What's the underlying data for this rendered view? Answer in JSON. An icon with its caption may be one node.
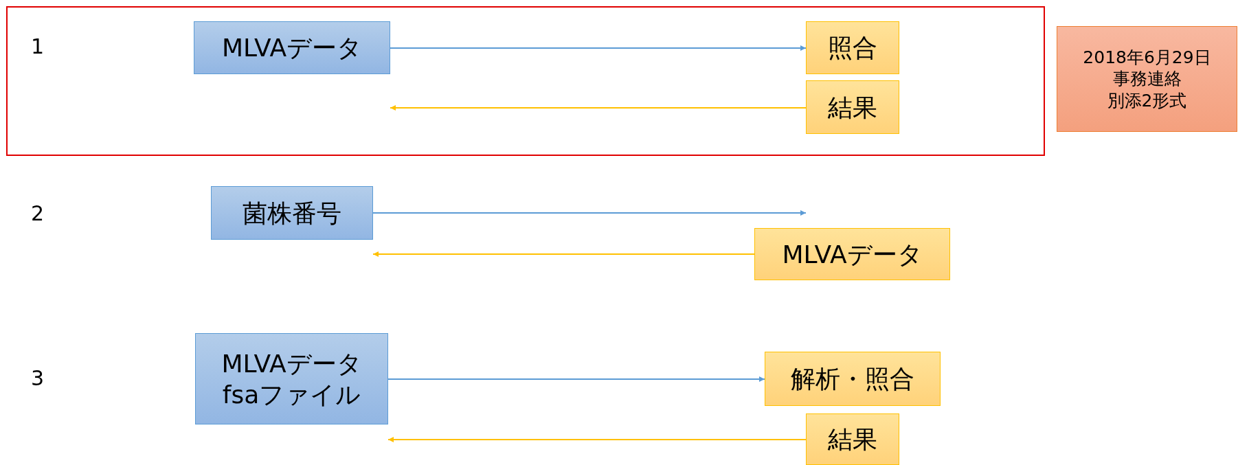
{
  "diagram": {
    "nodes": [
      {
        "text": [],
        "shape": "box"
      },
      {
        "text": [
          "MLVAデータ"
        ],
        "in": 0
      },
      {
        "text": [
          "照合"
        ],
        "in": 0
      },
      {
        "text": [
          "結果"
        ],
        "in": 0
      },
      {
        "text": [
          "2018年6月29日",
          "事務連絡",
          "別添2形式"
        ]
      },
      {
        "text": [
          "菌株番号"
        ]
      },
      {
        "text": [
          "MLVAデータ"
        ]
      },
      {
        "text": [
          "MLVAデータ",
          "fsaファイル"
        ]
      },
      {
        "text": [
          "解析・照合"
        ]
      },
      {
        "text": [
          "結果"
        ]
      }
    ],
    "edges": [
      {
        "from": 1,
        "to": 2,
        "arrow": "to",
        "color": "#5b9bd5"
      },
      {
        "from": 3,
        "to": 1,
        "arrow": "to",
        "color": "#ffc000"
      },
      {
        "from": 5,
        "to": 6,
        "arrow": "to",
        "color": "#5b9bd5"
      },
      {
        "from": 6,
        "to": 5,
        "arrow": "to",
        "color": "#ffc000"
      },
      {
        "from": 7,
        "to": 8,
        "arrow": "to",
        "color": "#5b9bd5"
      },
      {
        "from": 9,
        "to": 7,
        "arrow": "to",
        "color": "#ffc000"
      }
    ],
    "labels": [
      "1",
      "2",
      "3"
    ]
  }
}
